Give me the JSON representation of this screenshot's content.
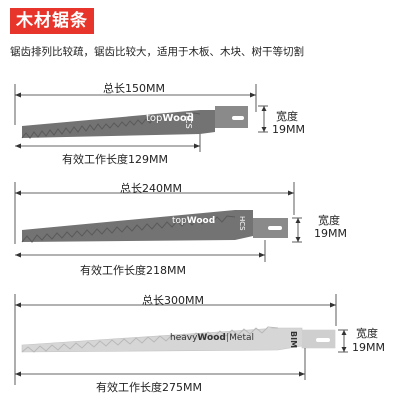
{
  "header": {
    "title": "木材锯条",
    "description": "锯齿排列比较疏，锯齿比较大，适用于木板、木块、树干等切割"
  },
  "blades": [
    {
      "total_length": "总长150MM",
      "width_label": "宽度",
      "width_value": "19MM",
      "effective_length": "有效工作长度129MM",
      "brand_a": "top",
      "brand_b": "Wood",
      "code": "HCS"
    },
    {
      "total_length": "总长240MM",
      "width_label": "宽度",
      "width_value": "19MM",
      "effective_length": "有效工作长度218MM",
      "brand_a": "top",
      "brand_b": "Wood",
      "code": "HCS"
    },
    {
      "total_length": "总长300MM",
      "width_label": "宽度",
      "width_value": "19MM",
      "effective_length": "有效工作长度275MM",
      "brand_a": "heavy",
      "brand_b": "Wood",
      "brand_sep": "|",
      "brand_c": "Metal",
      "code": "BIM"
    }
  ],
  "colors": {
    "accent": "#e8352b",
    "blade_dark": "#6e6e6e",
    "blade_light": "#d8d8d8"
  }
}
